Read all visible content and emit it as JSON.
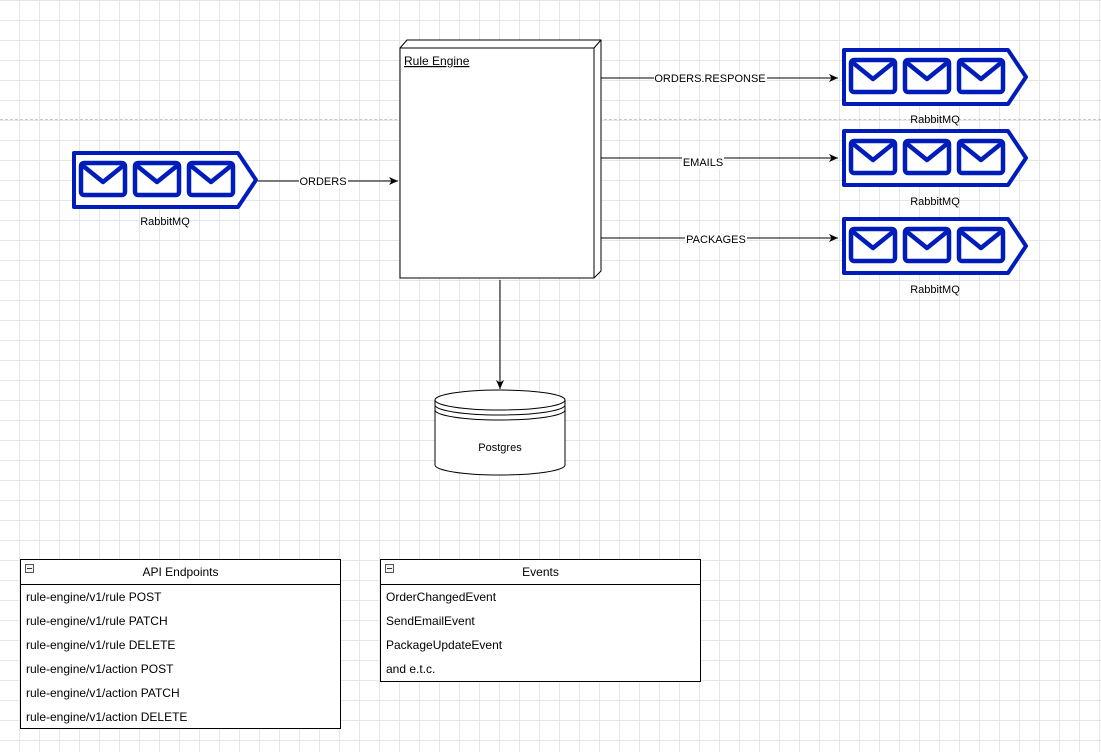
{
  "diagram": {
    "rule_engine": {
      "title": "Rule Engine"
    },
    "queues": {
      "input": {
        "label": "RabbitMQ"
      },
      "orders_response": {
        "label": "RabbitMQ"
      },
      "emails": {
        "label": "RabbitMQ"
      },
      "packages": {
        "label": "RabbitMQ"
      }
    },
    "edges": {
      "orders": "ORDERS",
      "orders_response": "ORDERS.RESPONSE",
      "emails": "EMAILS",
      "packages": "PACKAGES"
    },
    "database": {
      "label": "Postgres"
    }
  },
  "api_endpoints": {
    "title": "API Endpoints",
    "items": [
      "rule-engine/v1/rule POST",
      "rule-engine/v1/rule PATCH",
      "rule-engine/v1/rule DELETE",
      "rule-engine/v1/action POST",
      "rule-engine/v1/action PATCH",
      "rule-engine/v1/action DELETE"
    ]
  },
  "events": {
    "title": "Events",
    "items": [
      "OrderChangedEvent",
      "SendEmailEvent",
      "PackageUpdateEvent",
      "and e.t.c."
    ]
  },
  "colors": {
    "queue_stroke": "#001DBC",
    "line": "#000000",
    "grid": "#e6e6e6"
  },
  "icons": {
    "queue": "message-queue-icon",
    "database": "database-cylinder-icon"
  }
}
